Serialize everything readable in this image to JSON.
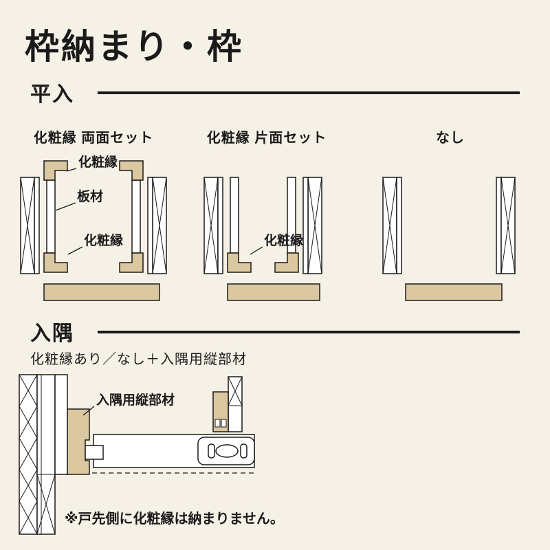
{
  "page": {
    "title": "枠納まり・枠",
    "colors": {
      "background": "#F5F1E6",
      "ink": "#1A1A1A",
      "wood_tan": "#DCC8A0"
    }
  },
  "hirairi": {
    "heading": "平入",
    "columns": [
      {
        "label": "化粧縁 両面セット"
      },
      {
        "label": "化粧縁 片面セット"
      },
      {
        "label": "なし"
      }
    ],
    "labels": {
      "kesho_buchi_top": "化粧縁",
      "itazai": "板材",
      "kesho_buchi_bottom": "化粧縁",
      "kesho_buchi_single": "化粧縁"
    }
  },
  "irisumi": {
    "heading": "入隅",
    "subtitle": "化粧縁あり／なし＋入隅用縦部材",
    "member_label": "入隅用縦部材",
    "footnote": "※戸先側に化粧縁は納まりません。"
  }
}
